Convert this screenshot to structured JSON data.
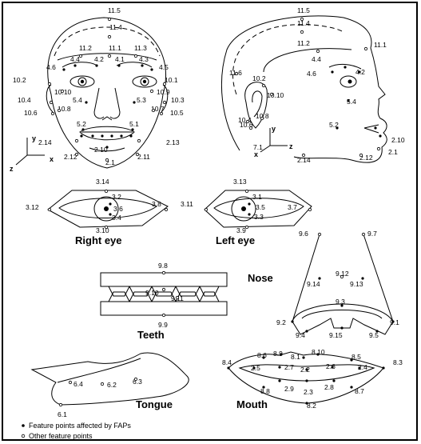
{
  "titles": {
    "right_eye": "Right eye",
    "left_eye": "Left eye",
    "nose": "Nose",
    "teeth": "Teeth",
    "tongue": "Tongue",
    "mouth": "Mouth"
  },
  "axes": {
    "y": "y",
    "x": "x",
    "z": "z"
  },
  "legend": {
    "affected": "Feature points affected by FAPs",
    "other": "Other feature points"
  },
  "labels": {
    "front": [
      "11.5",
      "11.4",
      "11.2",
      "11.1",
      "11.3",
      "4.4",
      "4.2",
      "4.1",
      "4.3",
      "4.6",
      "4.5",
      "10.2",
      "10.1",
      "10.10",
      "10.9",
      "10.4",
      "5.4",
      "5.3",
      "10.3",
      "10.8",
      "10.7",
      "10.6",
      "10.5",
      "5.2",
      "5.1",
      "2.14",
      "2.13",
      "2.10",
      "2.12",
      "2.11",
      "2.1"
    ],
    "profile": [
      "11.5",
      "11.4",
      "11.2",
      "11.1",
      "11.6",
      "4.4",
      "4.6",
      "4.2",
      "10.2",
      "10.10",
      "5.4",
      "10.4",
      "10.8",
      "10.6",
      "5.2",
      "2.10",
      "7.1",
      "2.14",
      "2.12",
      "2.1"
    ],
    "right_eye": [
      "3.14",
      "3.2",
      "3.12",
      "3.6",
      "3.8",
      "3.4",
      "3.10"
    ],
    "left_eye": [
      "3.13",
      "3.1",
      "3.11",
      "3.5",
      "3.7",
      "3.3",
      "3.9"
    ],
    "nose": [
      "9.6",
      "9.7",
      "9.12",
      "9.14",
      "9.13",
      "9.3",
      "9.2",
      "9.1",
      "9.4",
      "9.15",
      "9.5"
    ],
    "teeth": [
      "9.8",
      "9.10",
      "9.11",
      "9.9"
    ],
    "tongue": [
      "6.4",
      "6.2",
      "6.3",
      "6.1"
    ],
    "mouth": [
      "8.4",
      "8.6",
      "8.9",
      "8.1",
      "8.10",
      "8.5",
      "8.3",
      "2.5",
      "2.7",
      "2.2",
      "2.6",
      "2.4",
      "2.9",
      "2.3",
      "2.8",
      "8.8",
      "8.7",
      "8.2"
    ]
  }
}
